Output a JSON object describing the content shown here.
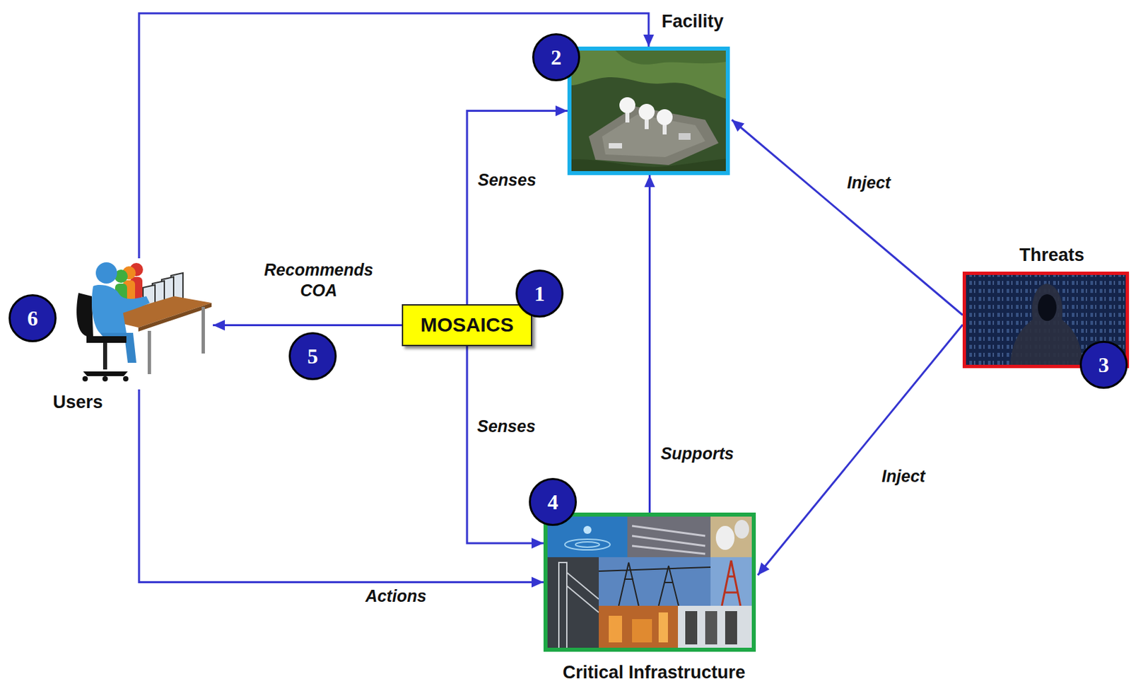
{
  "diagram": {
    "nodes": [
      {
        "text": [
          "Facility"
        ]
      },
      {
        "text": [
          "Users"
        ]
      },
      {
        "text": [
          "MOSAICS"
        ]
      },
      {
        "text": [
          "Threats"
        ]
      },
      {
        "text": [
          "Critical Infrastructure"
        ]
      }
    ],
    "edges": [
      {
        "from": 1,
        "to": 0,
        "arrow": "to"
      },
      {
        "from": 2,
        "to": 0,
        "label": "Senses",
        "arrow": "to"
      },
      {
        "from": 2,
        "to": 1,
        "label": "Recommends COA",
        "arrow": "to"
      },
      {
        "from": 2,
        "to": 4,
        "label": "Senses",
        "arrow": "to"
      },
      {
        "from": 1,
        "to": 4,
        "label": "Actions",
        "arrow": "to"
      },
      {
        "from": 4,
        "to": 0,
        "label": "Supports",
        "arrow": "to"
      },
      {
        "from": 3,
        "to": 0,
        "label": "Inject",
        "arrow": "to"
      },
      {
        "from": 3,
        "to": 4,
        "label": "Inject",
        "arrow": "to"
      }
    ],
    "labels": [
      "1",
      "2",
      "3",
      "4",
      "5",
      "6"
    ]
  }
}
